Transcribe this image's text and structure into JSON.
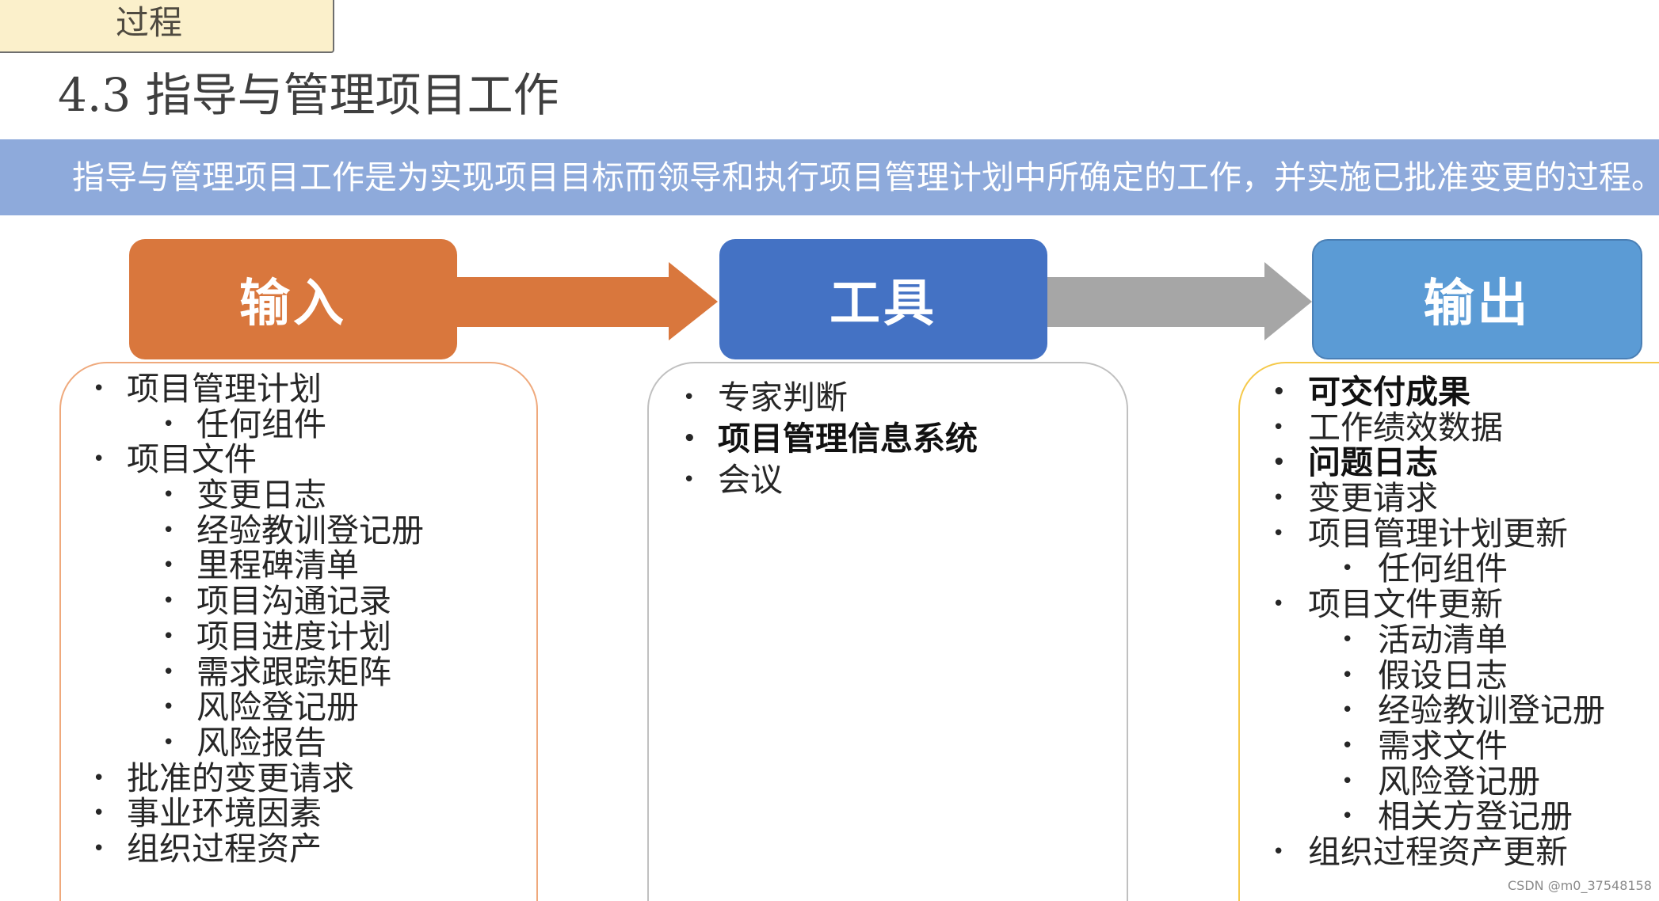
{
  "process_tag": {
    "label": "过程"
  },
  "title": "4.3 指导与管理项目工作",
  "definition": "指导与管理项目工作是为实现项目目标而领导和执行项目管理计划中所确定的工作，并实施已批准变更的过程。",
  "colors": {
    "inputs": "#D9773D",
    "tools": "#4472C4",
    "outputs": "#5B9BD5",
    "banner": "#8EAADB",
    "arrow_gray": "#A6A6A6"
  },
  "columns": {
    "inputs": {
      "header": "输入",
      "items": [
        {
          "label": "项目管理计划",
          "children": [
            "任何组件"
          ]
        },
        {
          "label": "项目文件",
          "children": [
            "变更日志",
            "经验教训登记册",
            "里程碑清单",
            "项目沟通记录",
            "项目进度计划",
            "需求跟踪矩阵",
            "风险登记册",
            "风险报告"
          ]
        },
        {
          "label": "批准的变更请求"
        },
        {
          "label": "事业环境因素"
        },
        {
          "label": "组织过程资产"
        }
      ]
    },
    "tools": {
      "header": "工具",
      "items": [
        {
          "label": "专家判断"
        },
        {
          "label": "项目管理信息系统"
        },
        {
          "label": "会议"
        }
      ]
    },
    "outputs": {
      "header": "输出",
      "items": [
        {
          "label": "可交付成果"
        },
        {
          "label": "工作绩效数据"
        },
        {
          "label": "问题日志"
        },
        {
          "label": "变更请求"
        },
        {
          "label": "项目管理计划更新",
          "children": [
            "任何组件"
          ]
        },
        {
          "label": "项目文件更新",
          "children": [
            "活动清单",
            "假设日志",
            "经验教训登记册",
            "需求文件",
            "风险登记册",
            "相关方登记册"
          ]
        },
        {
          "label": "组织过程资产更新"
        }
      ]
    }
  },
  "watermark": "CSDN @m0_37548158"
}
